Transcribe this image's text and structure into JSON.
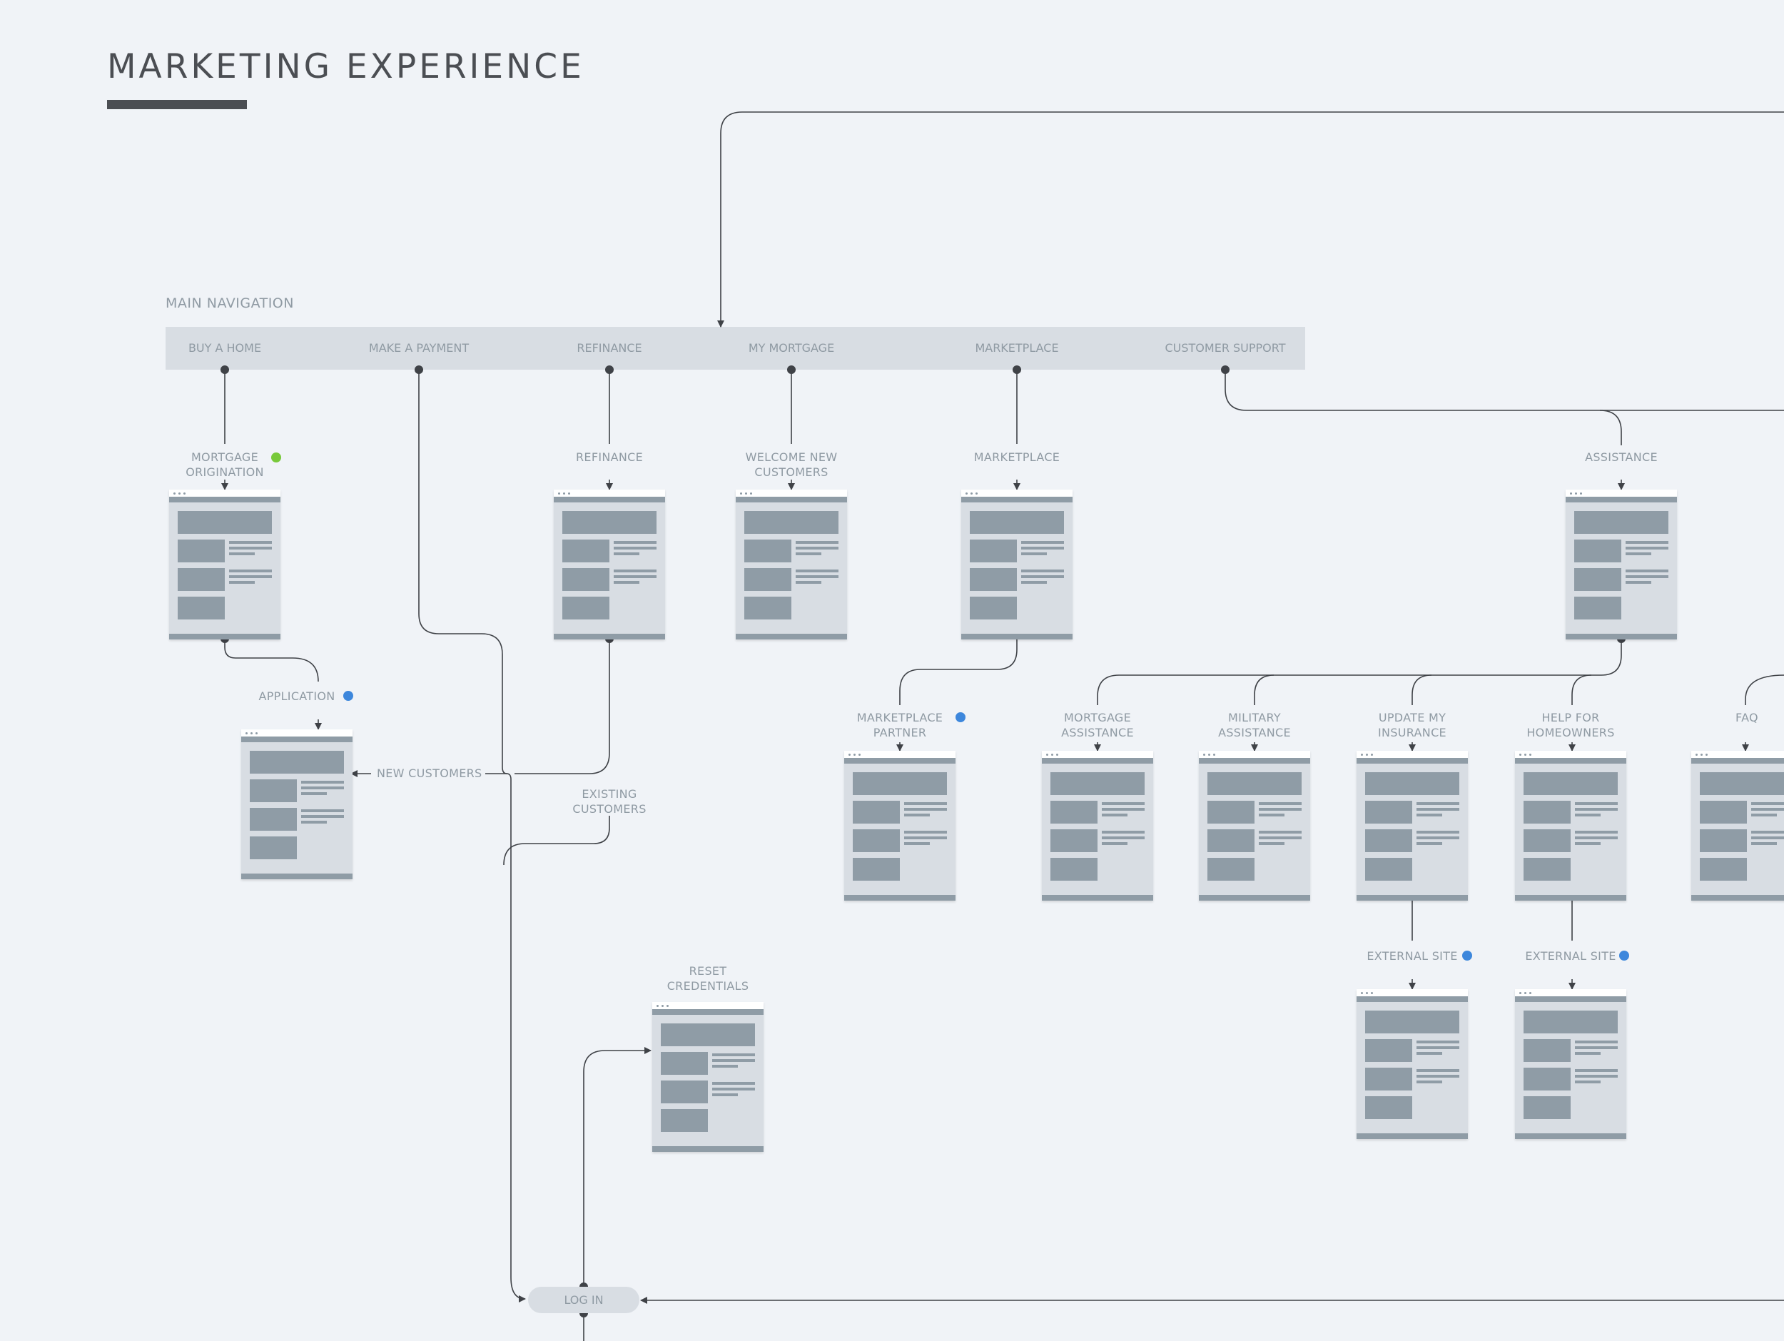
{
  "title": "MARKETING EXPERIENCE",
  "main_navigation": {
    "label": "MAIN NAVIGATION",
    "items": [
      "BUY A HOME",
      "MAKE A PAYMENT",
      "REFINANCE",
      "MY MORTGAGE",
      "MARKETPLACE",
      "CUSTOMER SUPPORT"
    ]
  },
  "pages": {
    "mortgage_origination": "MORTGAGE\nORIGINATION",
    "application": "APPLICATION",
    "refinance": "REFINANCE",
    "welcome_new_customers": "WELCOME NEW\nCUSTOMERS",
    "marketplace": "MARKETPLACE",
    "assistance": "ASSISTANCE",
    "marketplace_partner": "MARKETPLACE\nPARTNER",
    "mortgage_assistance": "MORTGAGE\nASSISTANCE",
    "military_assistance": "MILITARY\nASSISTANCE",
    "update_my_insurance": "UPDATE MY\nINSURANCE",
    "help_for_homeowners": "HELP FOR\nHOMEOWNERS",
    "faq": "FAQ",
    "external_site_1": "EXTERNAL SITE",
    "external_site_2": "EXTERNAL SITE",
    "reset_credentials": "RESET\nCREDENTIALS"
  },
  "flow_labels": {
    "new_customers": "NEW CUSTOMERS",
    "existing_customers": "EXISTING\nCUSTOMERS"
  },
  "login": "LOG IN",
  "colors": {
    "background": "#f0f3f7",
    "line": "#3f4247",
    "green_marker": "#78c93a",
    "blue_marker": "#3d87dc"
  }
}
